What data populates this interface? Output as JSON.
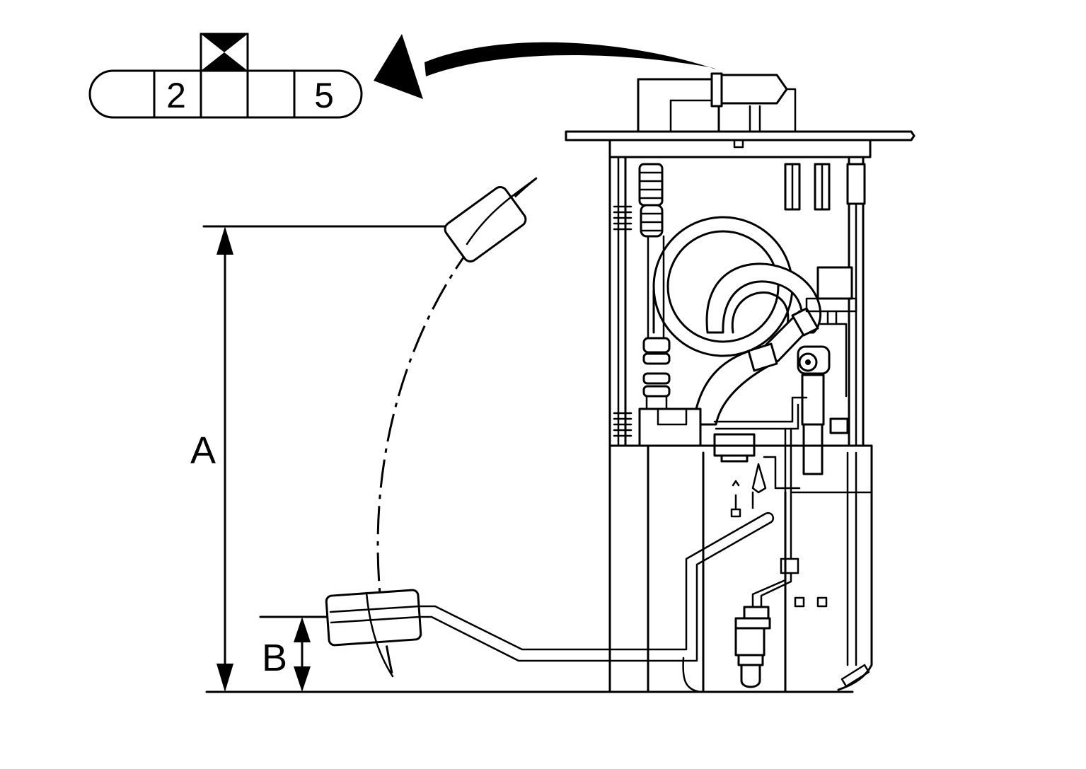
{
  "connector": {
    "terminal_left": "2",
    "terminal_right": "5"
  },
  "dimensions": {
    "label_a": "A",
    "label_b": "B"
  },
  "colors": {
    "line": "#000000",
    "background": "#ffffff"
  }
}
